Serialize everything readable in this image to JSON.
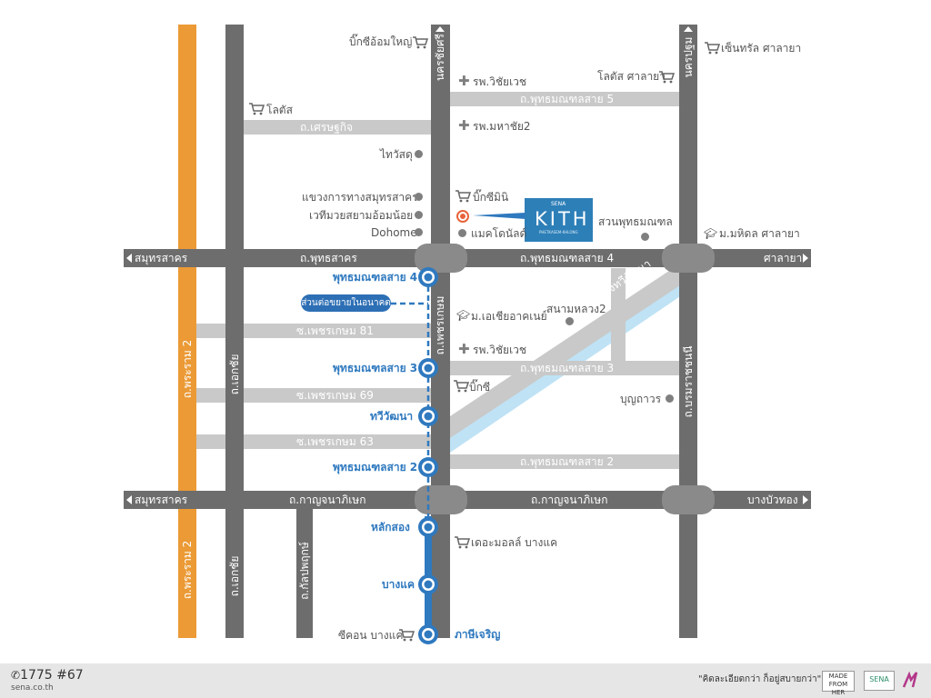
{
  "brand": {
    "project_name": "KITH",
    "project_brand": "SENA",
    "project_sub": "PHETKASEM-KHLONG",
    "accent": "#2f79bf",
    "orange": "#eb9a36",
    "road_color": "#c9c9c9",
    "main_road_color": "#6d6d6d",
    "canal_color": "#bfe2f5"
  },
  "roads": {
    "phutthamonthon4": "ถ.พุทธมณฑลสาย 4",
    "phutthamonthon5": "ถ.พุทธมณฑลสาย 5",
    "phutthamonthon3": "ถ.พุทธมณฑลสาย 3",
    "phutthamonthon2": "ถ.พุทธมณฑลสาย 2",
    "kanchana_left": "ถ.กาญจนาภิเษก",
    "kanchana_right": "ถ.กาญจนาภิเษก",
    "phutthasakhon": "ถ.พุทธสาคร",
    "setthakit": "ถ.เศรษฐกิจ",
    "soi81": "ซ.เพชรเกษม 81",
    "soi69": "ซ.เพชรเกษม 69",
    "soi63": "ซ.เพชรเกษม 63",
    "phetkasem": "ถ.เพชรเกษม",
    "rama2_top": "ถ.พระราม 2",
    "rama2_bottom": "ถ.พระราม 2",
    "ekkachai_top": "ถ.เอกชัย",
    "ekkachai_bottom": "ถ.เอกชัย",
    "kalapaphruek": "ถ.กัลปพฤกษ์",
    "boromratchachonnani": "ถ.บรมราชชนนี",
    "nakhonchaisi": "นครชัยศรี",
    "nakhonpathom": "นครปฐม",
    "canal_road": "ถ.เลียบคลองทวีวัฒนา"
  },
  "directions": {
    "samutsakhon_top": "สมุทรสาคร",
    "samutsakhon_bottom": "สมุทรสาคร",
    "salaya": "ศาลายา",
    "bangbuathong": "บางบัวทอง"
  },
  "stations": [
    {
      "key": "s4",
      "name": "พุทธมณฑลสาย 4"
    },
    {
      "key": "s3",
      "name": "พุทธมณฑลสาย 3"
    },
    {
      "key": "tv",
      "name": "ทวีวัฒนา"
    },
    {
      "key": "s2",
      "name": "พุทธมณฑลสาย 2"
    },
    {
      "key": "ls",
      "name": "หลักสอง"
    },
    {
      "key": "bk",
      "name": "บางแค"
    },
    {
      "key": "pc",
      "name": "ภาษีเจริญ"
    }
  ],
  "extension_note": "ส่วนต่อขยายในอนาคต",
  "landmarks": {
    "bigc_omyai": "บิ๊กซีอ้อมใหญ่",
    "rp_wichaiwet": "รพ.วิชัยเวช",
    "lotus_salaya": "โลตัส ศาลายา",
    "central_salaya": "เซ็นทรัล ศาลายา",
    "lotus": "โลตัส",
    "rp_mahachai": "รพ.มหาชัย2",
    "thaiwatsadu": "ไทวัสดุ",
    "highway_dept": "แขวงการทางสมุทรสาคร",
    "boxing": "เวทีมวยสยามอ้อมน้อย",
    "dohome": "Dohome",
    "bigc_mini": "บิ๊กซีมินิ",
    "makro": "แมคโดนัลด์",
    "buddha_park": "สวนพุทธมณฑล",
    "mahidol": "ม.มหิดล ศาลายา",
    "asia_u": "ม.เอเชียอาคเนย์",
    "sanamluang2": "สนามหลวง2",
    "rp_wichaiwet2": "รพ.วิชัยเวช",
    "bigc": "บิ๊กซี",
    "bunthavorn": "บุญถาวร",
    "mall_bangkhae": "เดอะมอลล์ บางแค",
    "seacon_bangkhae": "ซีคอน บางแค"
  },
  "footer": {
    "hotline": "1775 #67",
    "website": "sena.co.th",
    "slogan": "\"คิดละเอียดกว่า ก็อยู่สบายกว่า\"",
    "logo1": "MADE FROM HER",
    "logo2": "SENA"
  }
}
